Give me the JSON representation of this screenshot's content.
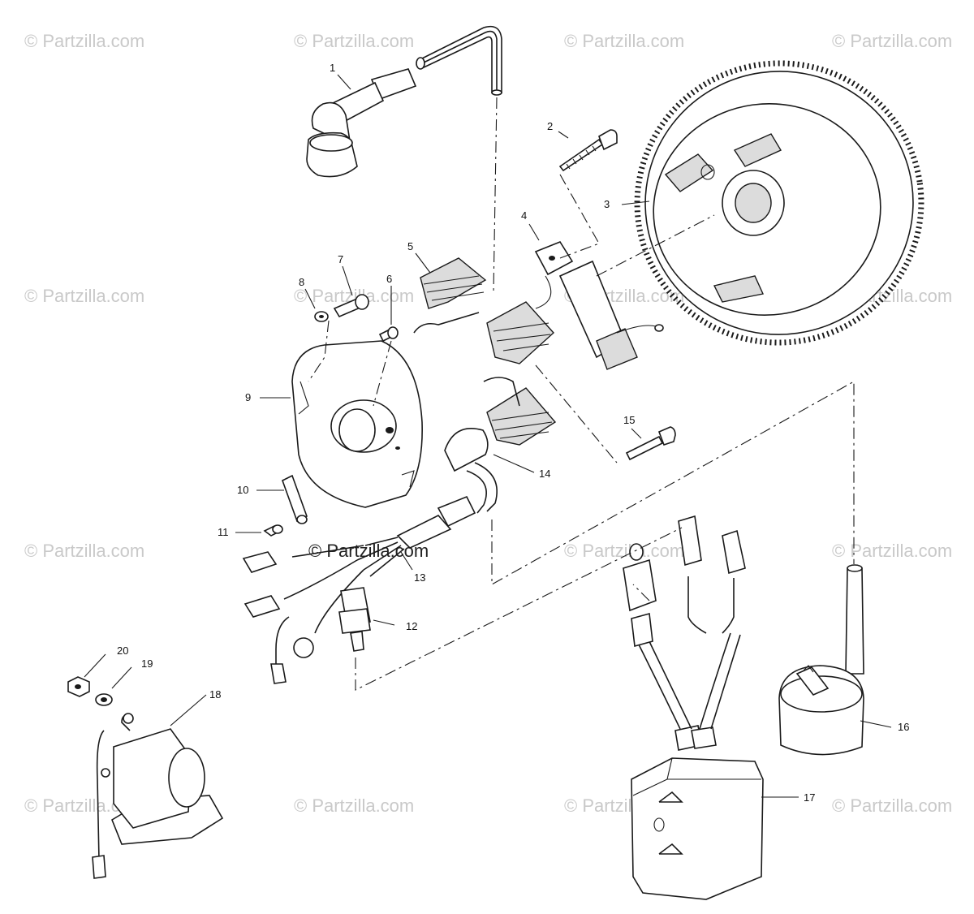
{
  "watermark": {
    "text": "© Partzilla.com",
    "center_text": "© Partzilla.com"
  },
  "callouts": [
    "1",
    "2",
    "3",
    "4",
    "5",
    "6",
    "7",
    "8",
    "9",
    "10",
    "11",
    "12",
    "13",
    "14",
    "15",
    "16",
    "17",
    "18",
    "19",
    "20"
  ]
}
